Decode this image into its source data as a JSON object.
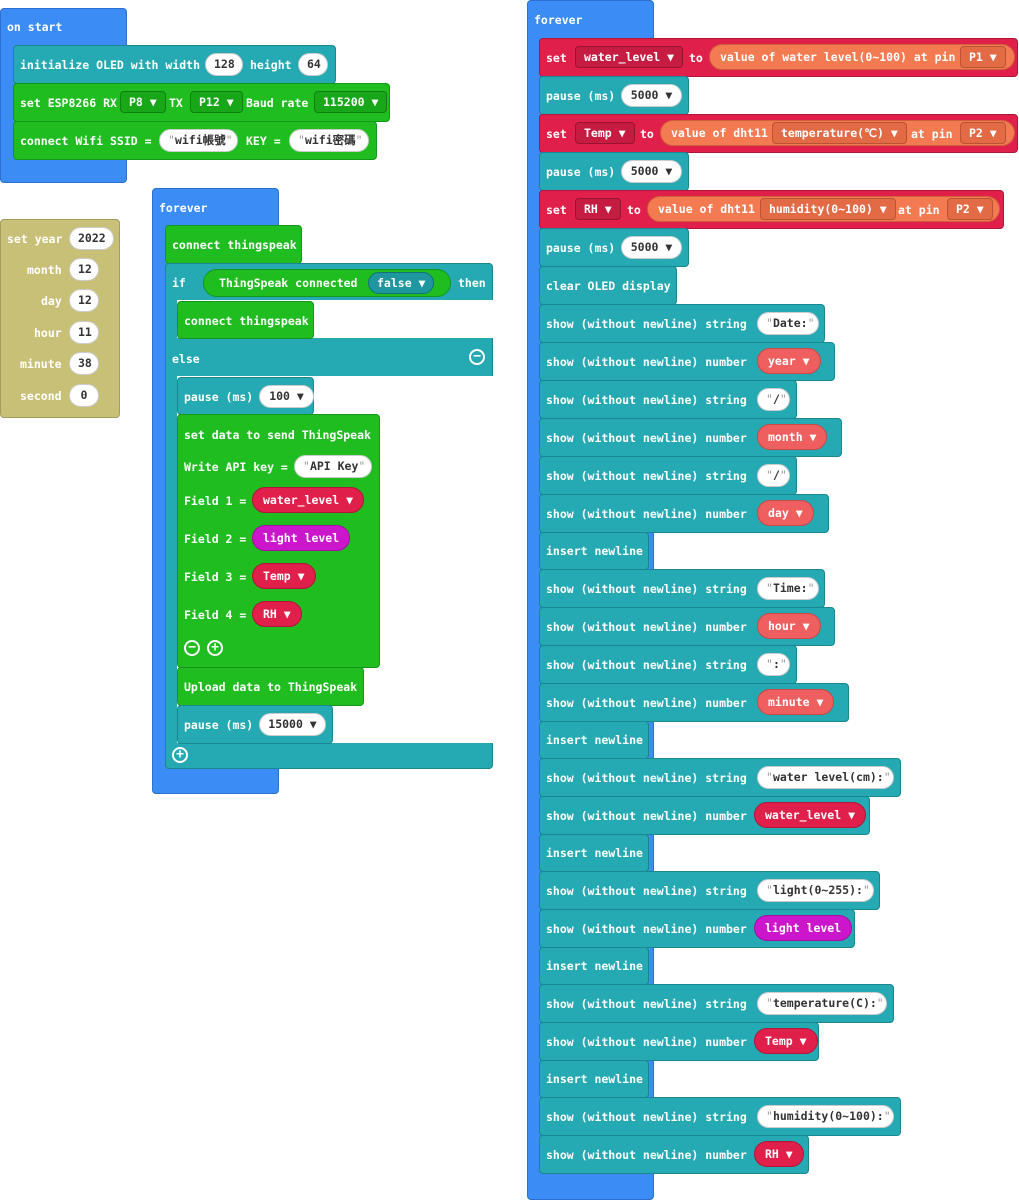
{
  "on_start": {
    "hat": "on start",
    "oled": {
      "label": "initialize OLED with width",
      "width": "128",
      "height_label": "height",
      "height": "64"
    },
    "esp": {
      "label": "set ESP8266 RX",
      "rx": "P8 ▼",
      "tx_label": "TX",
      "tx": "P12 ▼",
      "baud_label": "Baud rate",
      "baud": "115200 ▼"
    },
    "wifi": {
      "label": "connect Wifi SSID =",
      "ssid": "wifi帳號",
      "key_label": "KEY =",
      "key": "wifi密碼"
    }
  },
  "set_time": {
    "set_year": "set year",
    "year": "2022",
    "month_label": "month",
    "month": "12",
    "day_label": "day",
    "day": "12",
    "hour_label": "hour",
    "hour": "11",
    "minute_label": "minute",
    "minute": "38",
    "second_label": "second",
    "second": "0"
  },
  "forever_left": {
    "hat": "forever",
    "connect1": "connect thingspeak",
    "if_label": "if",
    "cond_label": "ThingSpeak connected",
    "cond_value": "false ▼",
    "then_label": "then",
    "connect2": "connect thingspeak",
    "else_label": "else",
    "pause_label": "pause (ms)",
    "pause_value": "100 ▼",
    "set_data": "set data to send ThingSpeak",
    "api_label": "Write API key =",
    "api_value": "API Key",
    "field1_label": "Field 1 =",
    "field1": "water_level ▼",
    "field2_label": "Field 2 =",
    "field2": "light level",
    "field3_label": "Field 3 =",
    "field3": "Temp ▼",
    "field4_label": "Field 4 =",
    "field4": "RH ▼",
    "upload": "Upload data to ThingSpeak",
    "pause2_label": "pause (ms)",
    "pause2_value": "15000 ▼"
  },
  "forever_right": {
    "hat": "forever",
    "set1": {
      "set": "set",
      "var": "water_level ▼",
      "to": "to",
      "value": "value of water level(0~100) at pin",
      "pin": "P1 ▼"
    },
    "pause1": {
      "label": "pause (ms)",
      "value": "5000 ▼"
    },
    "set2": {
      "set": "set",
      "var": "Temp ▼",
      "to": "to",
      "value": "value of dht11",
      "mode": "temperature(℃) ▼",
      "at": "at pin",
      "pin": "P2 ▼"
    },
    "pause2": {
      "label": "pause (ms)",
      "value": "5000 ▼"
    },
    "set3": {
      "set": "set",
      "var": "RH ▼",
      "to": "to",
      "value": "value of dht11",
      "mode": "humidity(0~100) ▼",
      "at": "at pin",
      "pin": "P2 ▼"
    },
    "pause3": {
      "label": "pause (ms)",
      "value": "5000 ▼"
    },
    "clear": "clear OLED display",
    "show_string": "show (without newline) string",
    "show_number": "show (without newline) number",
    "insert_newline": "insert newline",
    "s_date": "Date:",
    "n_year": "year ▼",
    "s_slash1": "/",
    "n_month": "month ▼",
    "s_slash2": "/",
    "n_day": "day ▼",
    "s_time": "Time:",
    "n_hour": "hour ▼",
    "s_colon": ":",
    "n_minute": "minute ▼",
    "s_water": "water level(cm):",
    "n_water": "water_level ▼",
    "s_light": "light(0~255):",
    "n_light": "light level",
    "s_temp": "temperature(C):",
    "n_temp": "Temp ▼",
    "s_hum": "humidity(0~100):",
    "n_rh": "RH ▼"
  },
  "colors": {
    "blue": "#3b8cf5",
    "teal": "#25a9b3",
    "green": "#1fbd1f",
    "red": "#e0204a",
    "magenta": "#cc16cc",
    "orange": "#f47a52",
    "khaki": "#c9c078"
  }
}
